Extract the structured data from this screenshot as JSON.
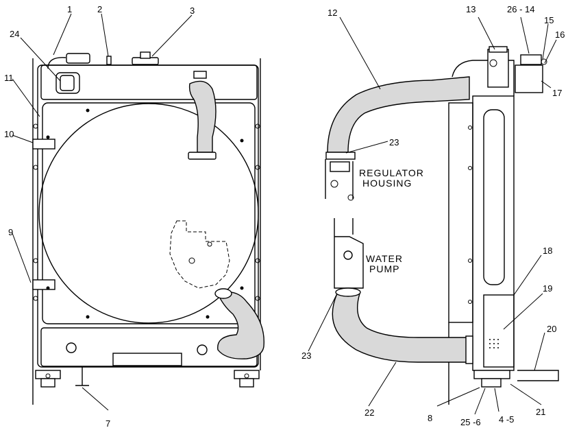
{
  "labels": {
    "l1": "1",
    "l2": "2",
    "l3": "3",
    "l24": "24",
    "l11": "11",
    "l10": "10",
    "l9": "9",
    "l7": "7",
    "l12": "12",
    "l13": "13",
    "l26_14": "26 - 14",
    "l15": "15",
    "l16": "16",
    "l17": "17",
    "l23a": "23",
    "l23b": "23",
    "l18": "18",
    "l19": "19",
    "l20": "20",
    "l21": "21",
    "l22": "22",
    "l8": "8",
    "l25_6": "25 -6",
    "l4_5": "4 -5"
  },
  "captions": {
    "regulator_line1": "REGULATOR",
    "regulator_line2": "HOUSING",
    "water_line1": "WATER",
    "water_line2": "PUMP"
  }
}
